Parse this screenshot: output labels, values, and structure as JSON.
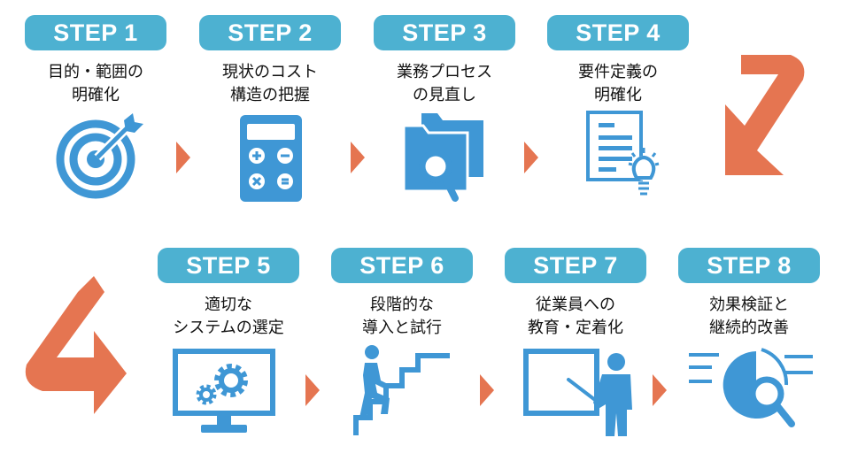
{
  "colors": {
    "badge": "#4db1d1",
    "icon": "#3f97d5",
    "arrow": "#e57551"
  },
  "steps": [
    {
      "badge": "STEP 1",
      "label": "目的・範囲の\n明確化",
      "icon": "target-icon"
    },
    {
      "badge": "STEP 2",
      "label": "現状のコスト\n構造の把握",
      "icon": "calculator-icon"
    },
    {
      "badge": "STEP 3",
      "label": "業務プロセス\nの見直し",
      "icon": "folder-search-icon"
    },
    {
      "badge": "STEP 4",
      "label": "要件定義の\n明確化",
      "icon": "document-lightbulb-icon"
    },
    {
      "badge": "STEP 5",
      "label": "適切な\nシステムの選定",
      "icon": "monitor-gears-icon"
    },
    {
      "badge": "STEP 6",
      "label": "段階的な\n導入と試行",
      "icon": "person-stairs-icon"
    },
    {
      "badge": "STEP 7",
      "label": "従業員への\n教育・定着化",
      "icon": "presenter-board-icon"
    },
    {
      "badge": "STEP 8",
      "label": "効果検証と\n継続的改善",
      "icon": "chart-magnifier-icon"
    }
  ]
}
